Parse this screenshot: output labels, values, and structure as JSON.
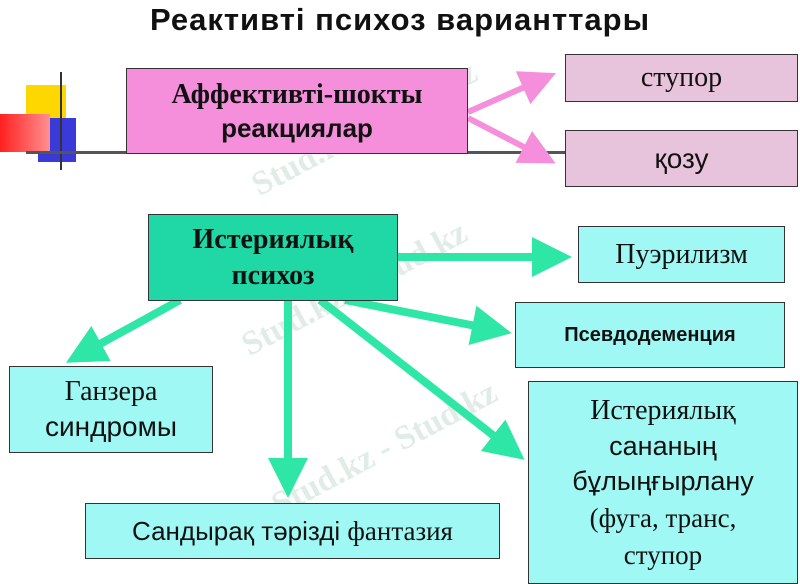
{
  "title": "Реактивті  психоз  варианттары",
  "watermark": "Stud.kz - Stud.kz",
  "colors": {
    "pink_box": "#f58fdc",
    "pink_arrow": "#f58fdc",
    "lilac_box": "#e8c4dc",
    "teal_box": "#1fd8a6",
    "cyan_box": "#9ff8f3",
    "green_arrow": "#2ee6a6"
  },
  "nodes": {
    "affective": {
      "line1": "Аффективті-шокты",
      "line2": "реакциялар"
    },
    "stupor_top": "ступор",
    "kozu": "қозу",
    "hysteria_psychosis": {
      "line1": "Истериялық",
      "line2": "психоз"
    },
    "puerilism": "Пуэрилизм",
    "pseudodementia": "Псевдодеменция",
    "ganser": {
      "line1": "Ганзера",
      "line2": "синдромы"
    },
    "fantasy": {
      "part1": "Сандырақ тәрізді ",
      "part2": "фантазия"
    },
    "twilight": {
      "line1": "Истериялық",
      "line2": "сананың",
      "line3": "бұлыңғырлану",
      "line4": "(фуга, транс,",
      "line5": "ступор"
    }
  }
}
